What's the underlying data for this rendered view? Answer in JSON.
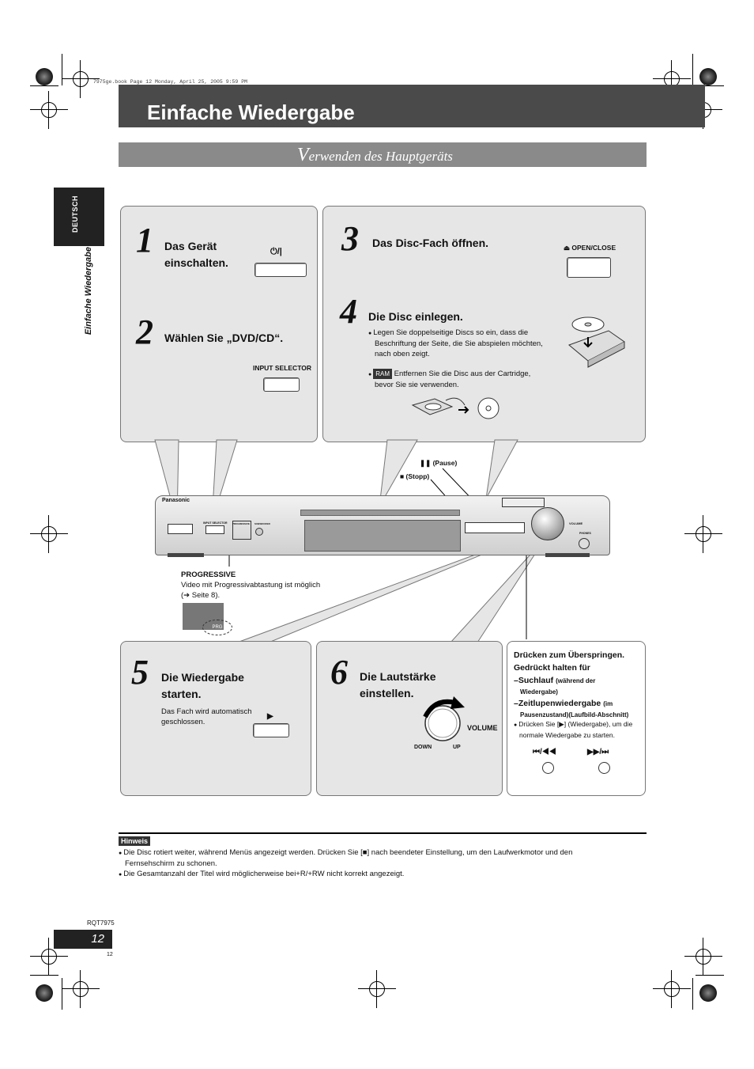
{
  "file_header": "7975ge.book  Page 12  Monday, April 25, 2005  9:59 PM",
  "page_title": "Einfache Wiedergabe",
  "section_title_initial": "V",
  "section_title_rest": "erwenden des Hauptgeräts",
  "side_tab": "DEUTSCH",
  "side_label": "Einfache Wiedergabe",
  "step1": {
    "number": "1",
    "title_line1": "Das Gerät",
    "title_line2": "einschalten.",
    "button_label": "⏻/|"
  },
  "step2": {
    "number": "2",
    "title": "Wählen Sie „DVD/CD“.",
    "button_label": "INPUT SELECTOR"
  },
  "step3": {
    "number": "3",
    "title": "Das Disc-Fach öffnen.",
    "button_label": "⏏ OPEN/CLOSE"
  },
  "step4": {
    "number": "4",
    "title": "Die Disc einlegen.",
    "note1_line1": "Legen Sie doppelseitige Discs so ein, dass die",
    "note1_line2": "Beschriftung der Seite, die Sie abspielen möchten,",
    "note1_line3": "nach oben zeigt.",
    "ram_badge": "RAM",
    "note2_line1": "Entfernen Sie die Disc aus der Cartridge,",
    "note2_line2": "bevor Sie sie verwenden."
  },
  "device": {
    "pause_label": "❚❚ (Pause)",
    "stop_label": "■ (Stopp)",
    "brand": "Panasonic",
    "input_selector": "INPUT SELECTOR",
    "progressive": "PROGRESSIVE",
    "subwoofer": "SUBWOOFER",
    "volume": "VOLUME",
    "phones": "PHONES"
  },
  "progressive_note": {
    "title": "PROGRESSIVE",
    "line1": "Video mit Progressivabtastung ist möglich",
    "line2": "(➔ Seite 8).",
    "badge": "PRG"
  },
  "step5": {
    "number": "5",
    "title_line1": "Die Wiedergabe",
    "title_line2": "starten.",
    "note_line1": "Das Fach wird automatisch",
    "note_line2": "geschlossen.",
    "play_symbol": "▶"
  },
  "step6": {
    "number": "6",
    "title_line1": "Die Lautstärke",
    "title_line2": "einstellen.",
    "volume": "VOLUME",
    "down": "DOWN",
    "up": "UP"
  },
  "skip_panel": {
    "line1": "Drücken zum Überspringen.",
    "line2": "Gedrückt halten für",
    "search": "–Suchlauf",
    "search_note": "(während der",
    "search_note2": "Wiedergabe)",
    "slow": "–Zeitlupenwiedergabe",
    "slow_note": "(im",
    "slow_note2": "Pausenzustand)(Laufbild-Abschnitt)",
    "bullet_line1": "Drücken Sie [▶] (Wiedergabe), um die",
    "bullet_line2": "normale Wiedergabe zu starten.",
    "prev_label": "⏮/◀◀",
    "next_label": "▶▶/⏭"
  },
  "hinweis": {
    "label": "Hinweis",
    "line1": "Die Disc rotiert weiter, während Menüs angezeigt werden. Drücken Sie [■] nach beendeter Einstellung, um den Laufwerkmotor und den",
    "line1b": "Fernsehschirm zu schonen.",
    "line2": "Die Gesamtanzahl der Titel wird möglicherweise bei+R/+RW nicht korrekt angezeigt."
  },
  "footer": {
    "doc_code": "RQT7975",
    "page_number": "12",
    "page_small": "12"
  }
}
